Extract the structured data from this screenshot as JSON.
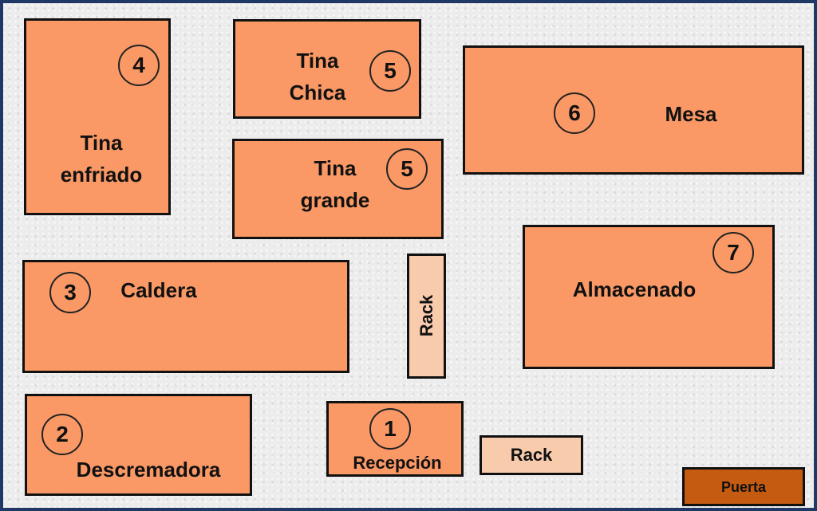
{
  "areas": {
    "tina_enfriado": {
      "number": "4",
      "label": "Tina\nenfriado"
    },
    "tina_chica": {
      "number": "5",
      "label": "Tina\nChica"
    },
    "mesa": {
      "number": "6",
      "label": "Mesa"
    },
    "tina_grande": {
      "number": "5",
      "label": "Tina\ngrande"
    },
    "almacenado": {
      "number": "7",
      "label": "Almacenado"
    },
    "rack_vertical": {
      "label": "Rack"
    },
    "caldera": {
      "number": "3",
      "label": "Caldera"
    },
    "descremadora": {
      "number": "2",
      "label": "Descremadora"
    },
    "recepcion": {
      "number": "1",
      "label": "Recepción"
    },
    "rack_horizontal": {
      "label": "Rack"
    },
    "puerta": {
      "label": "Puerta"
    }
  },
  "colors": {
    "area": "#fa9966",
    "rack": "#f8cbad",
    "door": "#c55a11",
    "frame": "#1f3864"
  }
}
